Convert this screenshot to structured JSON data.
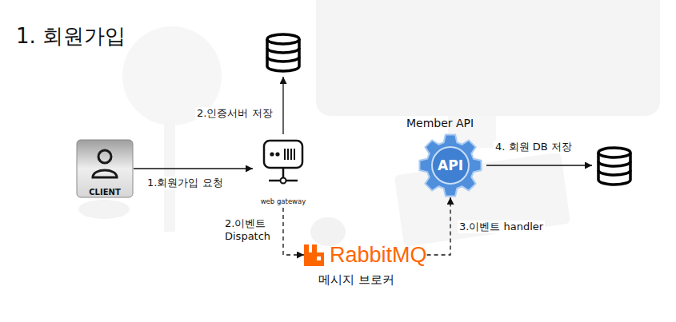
{
  "diagram": {
    "title": "1. 회원가입",
    "nodes": [
      {
        "text": [
          "CLIENT"
        ]
      },
      {
        "text": [
          "web gateway"
        ]
      },
      {
        "text": [
          "Member API",
          "API"
        ]
      },
      {
        "text": [
          "RabbitMQ",
          "메시지 브로커"
        ]
      }
    ],
    "edges": [
      {
        "from": 0,
        "to": 1,
        "arrow": "to",
        "label": "1.회원가입 요청"
      },
      {
        "from": 1,
        "to": 3,
        "arrow": "to",
        "label": "2.이벤트 Dispatch"
      },
      {
        "from": 3,
        "to": 2,
        "arrow": "to",
        "label": "3.이벤트 handler"
      }
    ],
    "labels": [
      "2.인증서버 저장",
      "4. 회원 DB 저장"
    ]
  }
}
